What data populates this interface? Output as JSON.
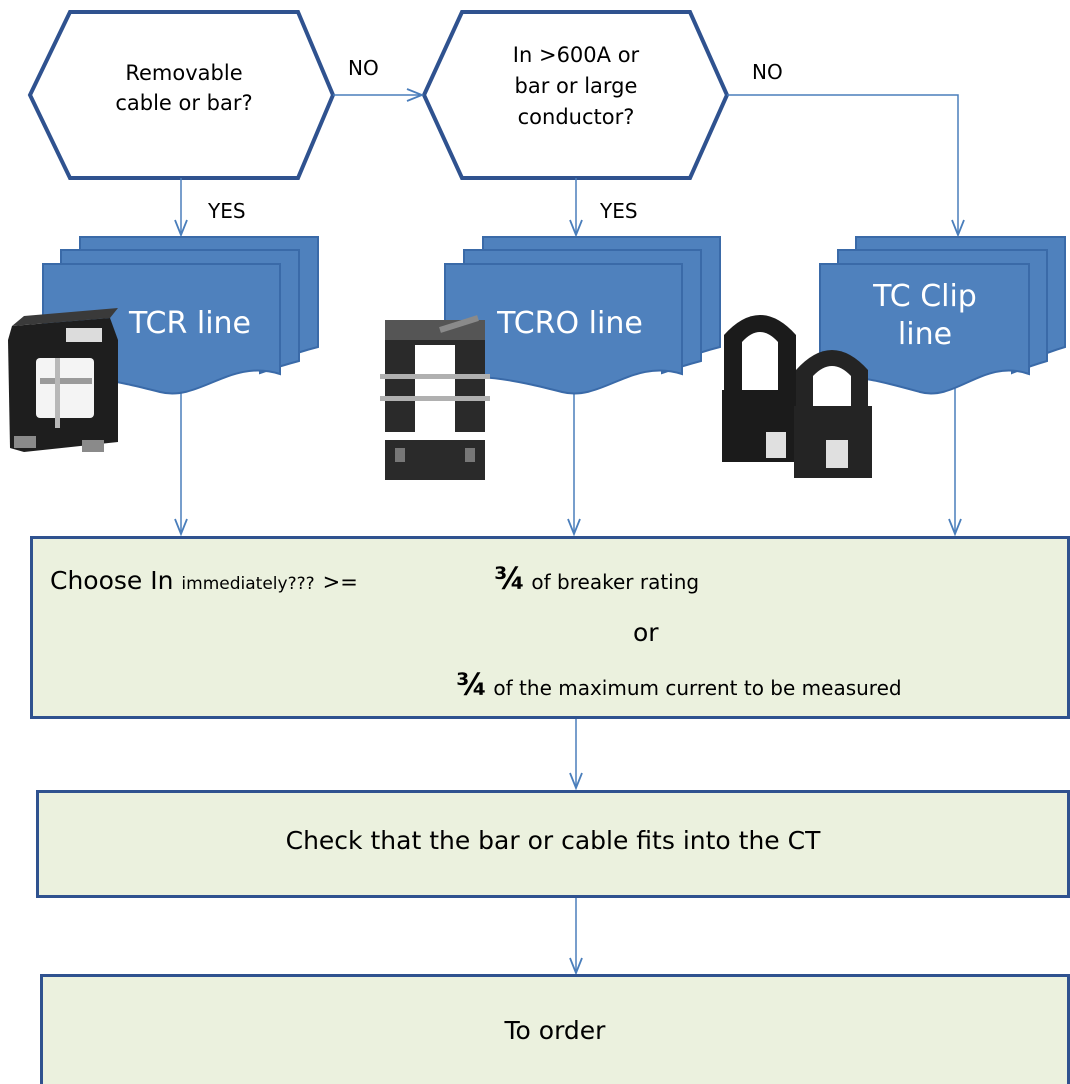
{
  "decisions": {
    "d1": {
      "line1": "Removable",
      "line2": "cable or bar?"
    },
    "d2": {
      "line1": "In >600A or",
      "line2": "bar or large",
      "line3": "conductor?"
    }
  },
  "edge_labels": {
    "no1": "NO",
    "no2": "NO",
    "yes1": "YES",
    "yes2": "YES"
  },
  "product_lines": {
    "tcr": {
      "label": "TCR line"
    },
    "tcro": {
      "label": "TCRO line"
    },
    "clip": {
      "line1": "TC Clip",
      "line2": "line"
    }
  },
  "step1": {
    "choose": "Choose In",
    "immediately": "immediately???",
    "gte": ">=",
    "frac1": "¾",
    "breaker": "of breaker rating",
    "or": "or",
    "frac2": "¾",
    "maxcurrent": "of the maximum current to be measured"
  },
  "step2": {
    "text": "Check that the bar or cable fits into the CT"
  },
  "step3": {
    "text": "To order"
  },
  "colors": {
    "diagram_border": "#2f528f",
    "doc_fill": "#4f81bd",
    "arrow": "#4a7ebb",
    "box_fill": "#ebf1de"
  }
}
